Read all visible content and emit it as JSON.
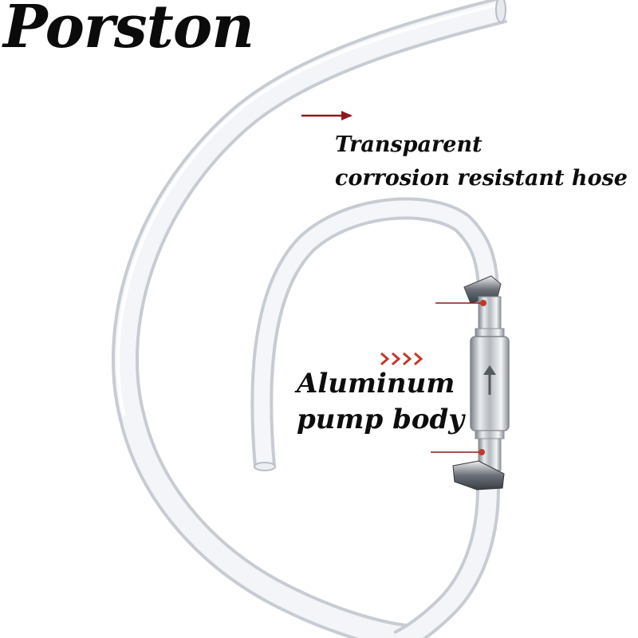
{
  "brand": {
    "name": "Porston"
  },
  "callouts": {
    "hose": {
      "line1": "Transparent",
      "line2": "corrosion resistant hose"
    },
    "pump": {
      "line1": "Aluminum",
      "line2": "pump body"
    }
  },
  "colors": {
    "background": "#ffffff",
    "text": "#0d0d0d",
    "arrow": "#8b1a1a",
    "tube": "#d9dde3",
    "metal": "#b8bdc4"
  }
}
